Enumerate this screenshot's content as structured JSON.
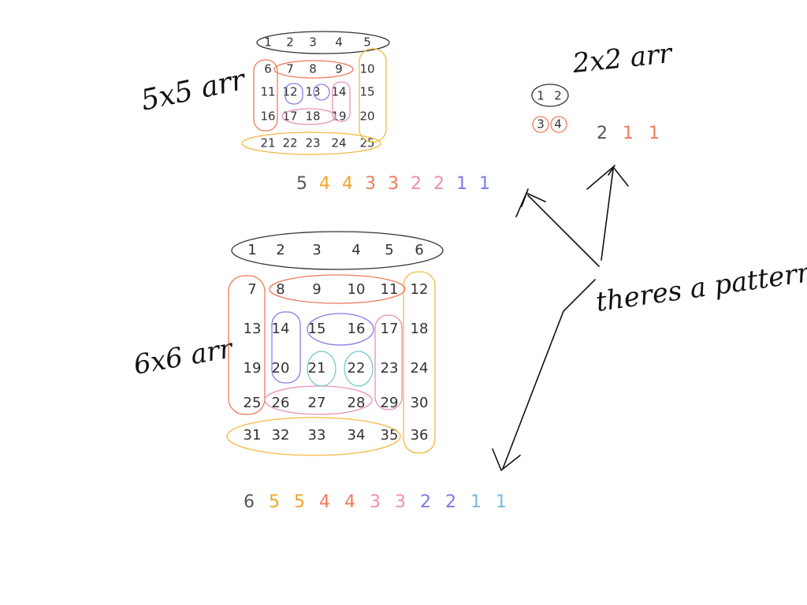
{
  "labels": {
    "five_by_five": "5x5 arr",
    "six_by_six": "6x6 arr",
    "two_by_two": "2x2 arr",
    "pattern_note": "theres a pattern!"
  },
  "grid_5x5": [
    [
      "1",
      "2",
      "3",
      "4",
      "5"
    ],
    [
      "6",
      "7",
      "8",
      "9",
      "10"
    ],
    [
      "11",
      "12",
      "13",
      "14",
      "15"
    ],
    [
      "16",
      "17",
      "18",
      "19",
      "20"
    ],
    [
      "21",
      "22",
      "23",
      "24",
      "25"
    ]
  ],
  "grid_6x6": [
    [
      "1",
      "2",
      "3",
      "4",
      "5",
      "6"
    ],
    [
      "7",
      "8",
      "9",
      "10",
      "11",
      "12"
    ],
    [
      "13",
      "14",
      "15",
      "16",
      "17",
      "18"
    ],
    [
      "19",
      "20",
      "21",
      "22",
      "23",
      "24"
    ],
    [
      "25",
      "26",
      "27",
      "28",
      "29",
      "30"
    ],
    [
      "31",
      "32",
      "33",
      "34",
      "35",
      "36"
    ]
  ],
  "grid_2x2": [
    [
      "1",
      "2"
    ],
    [
      "3",
      "4"
    ]
  ],
  "sequence_5x5": [
    {
      "text": "5",
      "color": "#555555"
    },
    {
      "text": "4",
      "color": "#f5a623"
    },
    {
      "text": "4",
      "color": "#f5a623"
    },
    {
      "text": "3",
      "color": "#f07a5a"
    },
    {
      "text": "3",
      "color": "#f07a5a"
    },
    {
      "text": "2",
      "color": "#f08fb0"
    },
    {
      "text": "2",
      "color": "#f08fb0"
    },
    {
      "text": "1",
      "color": "#7a7ae8"
    },
    {
      "text": "1",
      "color": "#7a7ae8"
    }
  ],
  "sequence_6x6": [
    {
      "text": "6",
      "color": "#555555"
    },
    {
      "text": "5",
      "color": "#f5a623"
    },
    {
      "text": "5",
      "color": "#f5a623"
    },
    {
      "text": "4",
      "color": "#f07a5a"
    },
    {
      "text": "4",
      "color": "#f07a5a"
    },
    {
      "text": "3",
      "color": "#f08fb0"
    },
    {
      "text": "3",
      "color": "#f08fb0"
    },
    {
      "text": "2",
      "color": "#7a7ae8"
    },
    {
      "text": "2",
      "color": "#7a7ae8"
    },
    {
      "text": "1",
      "color": "#7ab8e0"
    },
    {
      "text": "1",
      "color": "#7ab8e0"
    }
  ],
  "sequence_2x2": [
    {
      "text": "2",
      "color": "#555555"
    },
    {
      "text": "1",
      "color": "#f07a5a"
    },
    {
      "text": "1",
      "color": "#f07a5a"
    }
  ],
  "colors": {
    "ink": "#222222",
    "black_ring": "#333333",
    "red_ring": "#f07a5a",
    "orange_ring": "#f5b840",
    "pink_ring": "#e88fb8",
    "purple_ring": "#8a7ae8",
    "teal_ring": "#7ac8c8"
  }
}
